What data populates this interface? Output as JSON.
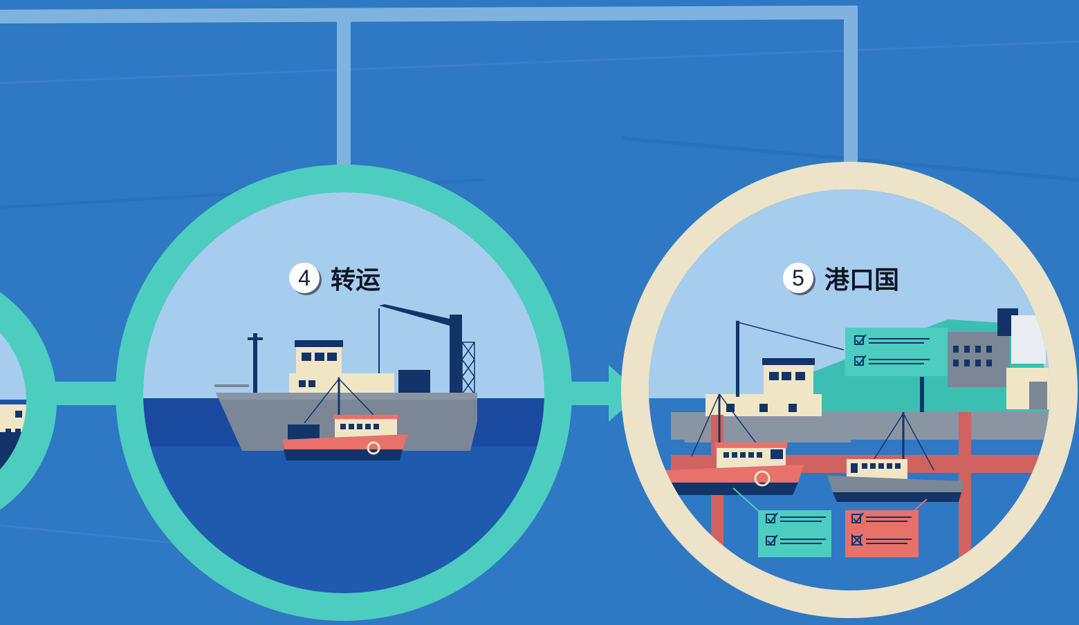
{
  "steps": [
    {
      "number": "4",
      "title": "转运"
    },
    {
      "number": "5",
      "title": "港口国"
    }
  ],
  "colors": {
    "background": "#2f78c4",
    "connector": "#7fb3df",
    "ring_teal": "#4dcdc0",
    "ring_cream": "#ece3c9",
    "sky": "#a6cdee",
    "sea": "#1f4fa8",
    "hull_grey": "#7b8796",
    "cream": "#f0e6c6",
    "navy": "#123468",
    "coral": "#e8716b"
  },
  "icons": [
    "check-icon",
    "cross-icon",
    "checklist-card",
    "fishing-boat",
    "cargo-ship",
    "crane",
    "port-building"
  ]
}
